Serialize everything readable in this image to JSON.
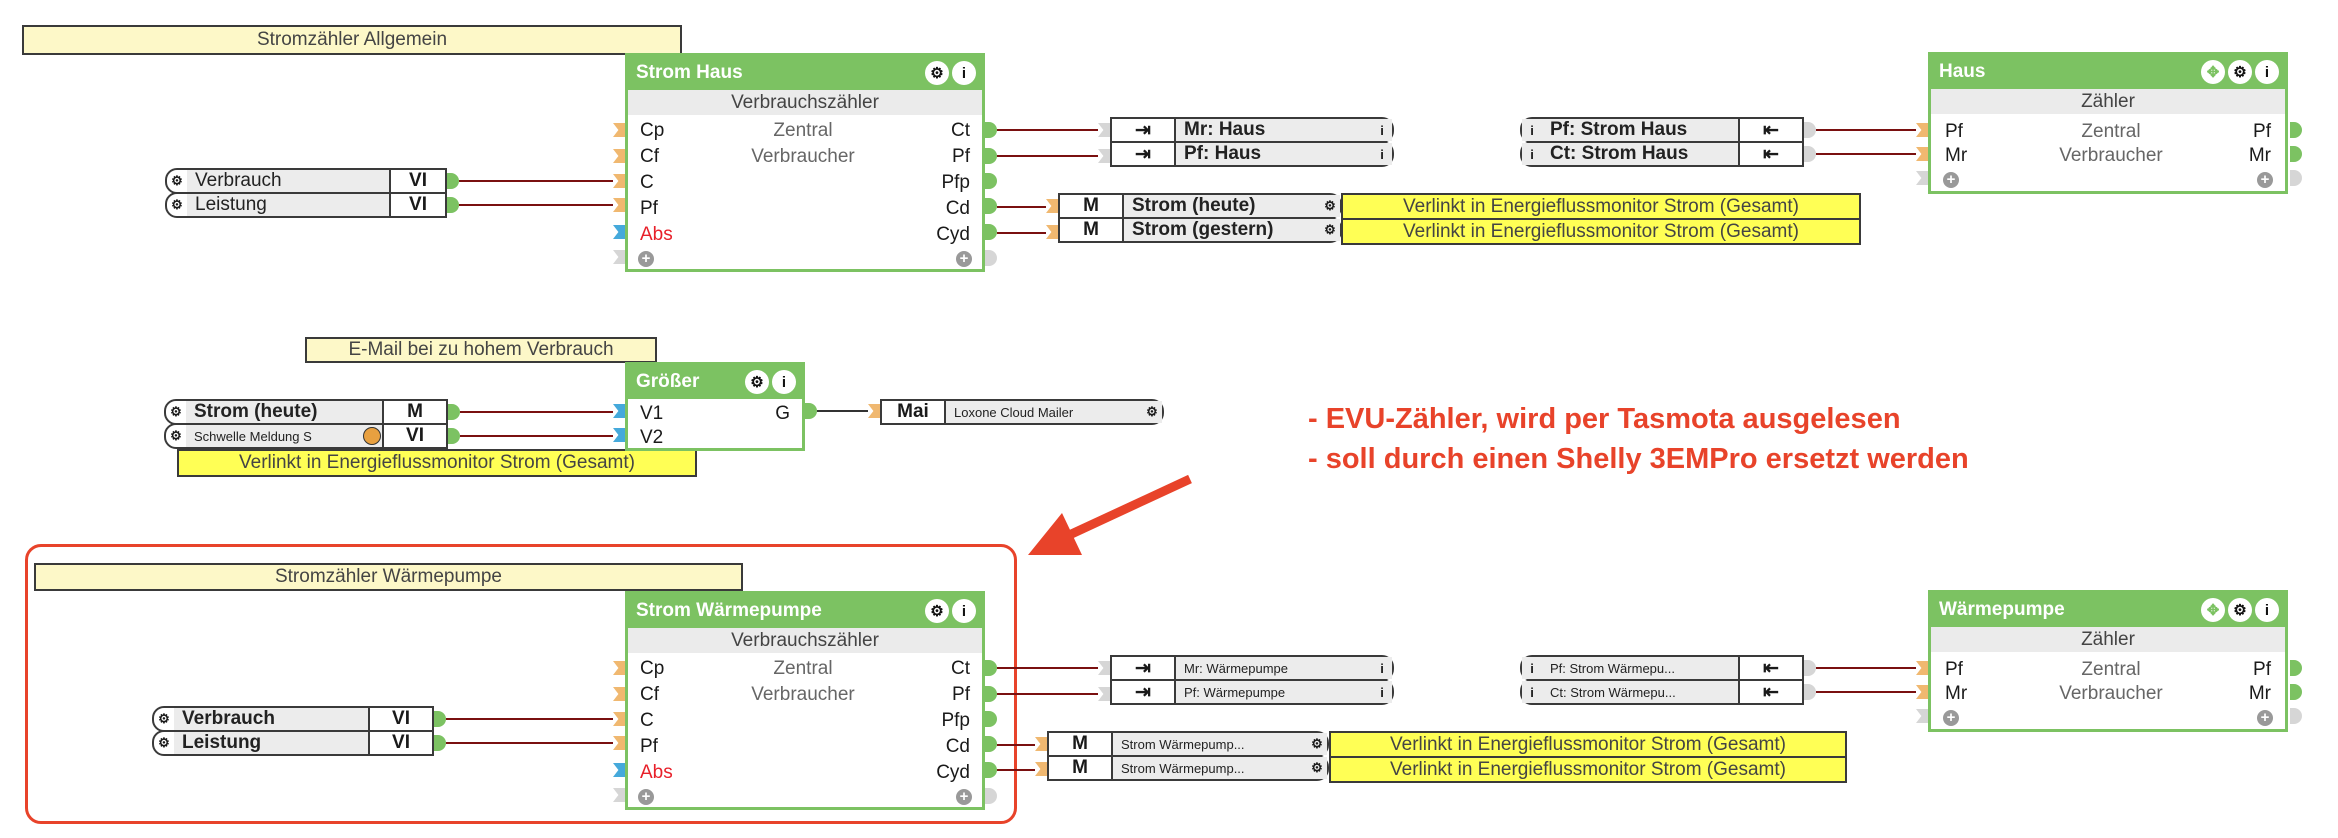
{
  "comments": {
    "allgemein": "Stromzähler Allgemein",
    "email": "E-Mail bei zu hohem Verbrauch",
    "waermepumpe": "Stromzähler Wärmepumpe"
  },
  "annotation": {
    "line1": "- EVU-Zähler, wird per Tasmota ausgelesen",
    "line2": "- soll durch einen Shelly 3EMPro ersetzt werden",
    "color": "#e8432a"
  },
  "blocks": {
    "strom_haus": {
      "title": "Strom Haus",
      "subtitle": "Verbrauchszähler",
      "mid1": "Zentral",
      "mid2": "Verbraucher",
      "inputs": [
        "Cp",
        "Cf",
        "C",
        "Pf",
        "Abs"
      ],
      "outputs": [
        "Ct",
        "Pf",
        "Pfp",
        "Cd",
        "Cyd"
      ]
    },
    "haus": {
      "title": "Haus",
      "subtitle": "Zähler",
      "mid1": "Zentral",
      "mid2": "Verbraucher",
      "inputs": [
        "Pf",
        "Mr"
      ],
      "outputs": [
        "Pf",
        "Mr"
      ]
    },
    "groesser": {
      "title": "Größer",
      "inputs": [
        "V1",
        "V2"
      ],
      "outputs": [
        "G"
      ]
    },
    "strom_wp": {
      "title": "Strom Wärmepumpe",
      "subtitle": "Verbrauchszähler",
      "mid1": "Zentral",
      "mid2": "Verbraucher",
      "inputs": [
        "Cp",
        "Cf",
        "C",
        "Pf",
        "Abs"
      ],
      "outputs": [
        "Ct",
        "Pf",
        "Pfp",
        "Cd",
        "Cyd"
      ]
    },
    "waermepumpe": {
      "title": "Wärmepumpe",
      "subtitle": "Zähler",
      "mid1": "Zentral",
      "mid2": "Verbraucher",
      "inputs": [
        "Pf",
        "Mr"
      ],
      "outputs": [
        "Pf",
        "Mr"
      ]
    }
  },
  "refs": {
    "haus_in": [
      {
        "label": "Verbrauch",
        "type": "VI"
      },
      {
        "label": "Leistung",
        "type": "VI"
      }
    ],
    "haus_out": [
      {
        "label": "Mr: Haus"
      },
      {
        "label": "Pf: Haus"
      }
    ],
    "haus_mem": [
      {
        "type": "M",
        "label": "Strom (heute)"
      },
      {
        "type": "M",
        "label": "Strom (gestern)"
      }
    ],
    "haus_links": [
      {
        "label": "Pf: Strom Haus"
      },
      {
        "label": "Ct: Strom Haus"
      }
    ],
    "mail_in": [
      {
        "label": "Strom (heute)",
        "type": "M"
      },
      {
        "label": "Schwelle Meldung S",
        "type": "VI"
      }
    ],
    "mailer": {
      "type": "Mai",
      "label": "Loxone Cloud Mailer"
    },
    "wp_in": [
      {
        "label": "Verbrauch",
        "type": "VI"
      },
      {
        "label": "Leistung",
        "type": "VI"
      }
    ],
    "wp_out": [
      {
        "label": "Mr: Wärmepumpe"
      },
      {
        "label": "Pf: Wärmepumpe"
      }
    ],
    "wp_mem": [
      {
        "type": "M",
        "label": "Strom Wärmepump..."
      },
      {
        "type": "M",
        "label": "Strom Wärmepump..."
      }
    ],
    "wp_links": [
      {
        "label": "Pf: Strom Wärmepu..."
      },
      {
        "label": "Ct: Strom Wärmepu..."
      }
    ]
  },
  "notes": {
    "linked": "Verlinkt in Energieflussmonitor Strom (Gesamt)"
  }
}
